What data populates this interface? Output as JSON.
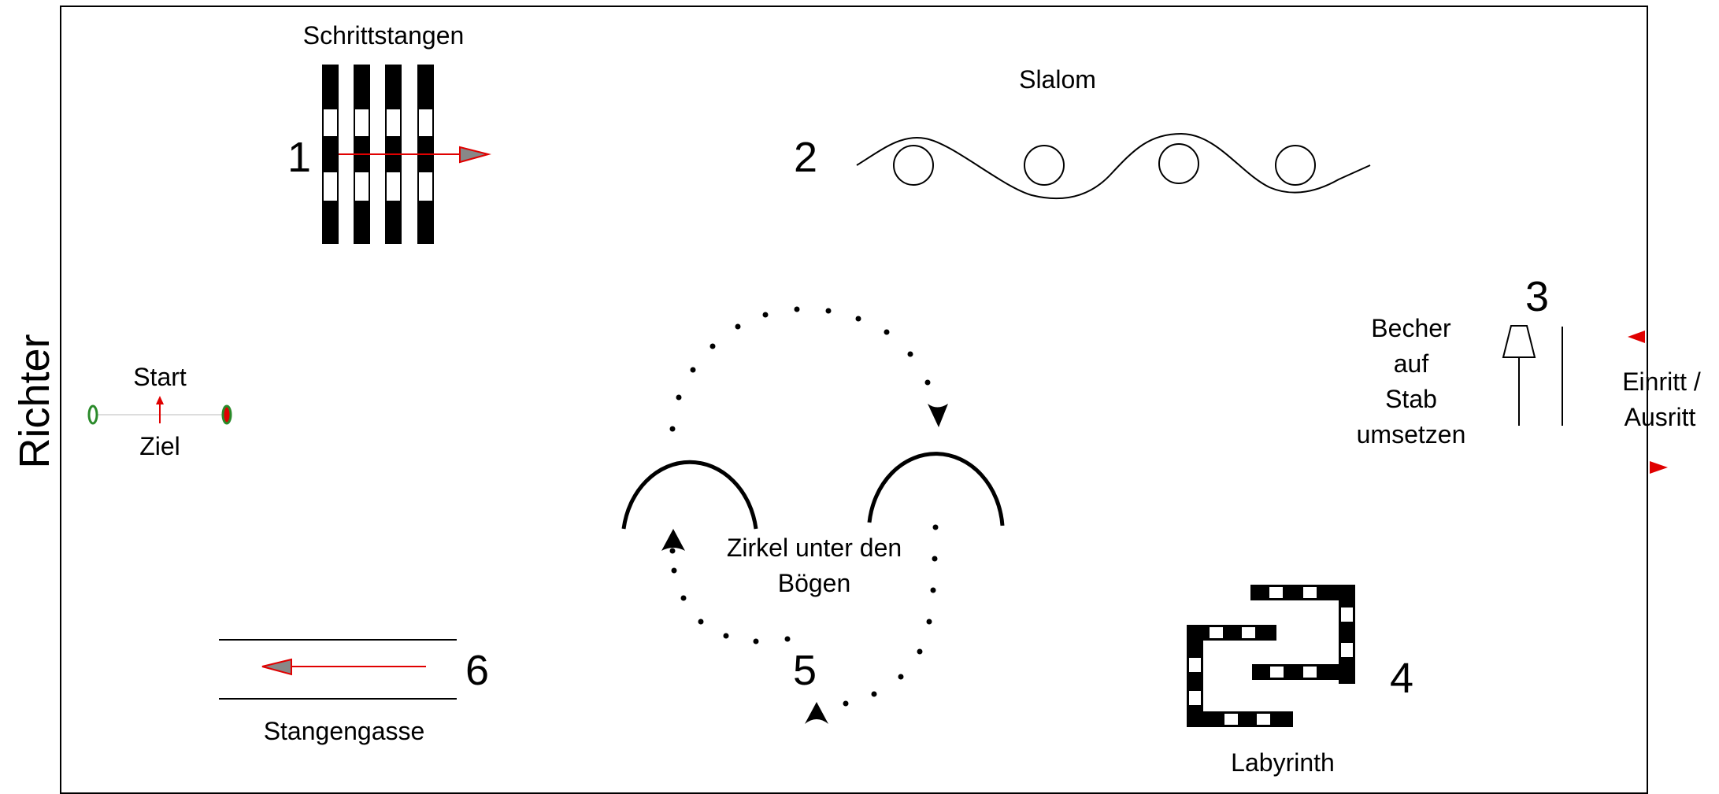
{
  "side_label": "Richter",
  "stations": {
    "schrittstangen": {
      "number": "1",
      "label": "Schrittstangen"
    },
    "slalom": {
      "number": "2",
      "label": "Slalom"
    },
    "becher": {
      "number": "3",
      "label_lines": [
        "Becher",
        "auf",
        "Stab",
        "umsetzen"
      ]
    },
    "labyrinth": {
      "number": "4",
      "label": "Labyrinth"
    },
    "zirkel": {
      "number": "5",
      "label_lines": [
        "Zirkel unter den",
        "Bögen"
      ]
    },
    "stangengasse": {
      "number": "6",
      "label": "Stangengasse"
    }
  },
  "start_ziel": {
    "start": "Start",
    "ziel": "Ziel"
  },
  "entrance": {
    "label_lines": [
      "Einritt /",
      "Ausritt"
    ]
  },
  "colors": {
    "arrow": "#e00000",
    "arrow_head": "#888888",
    "stripe": "#000000",
    "entrance_marker": "#e00000"
  }
}
